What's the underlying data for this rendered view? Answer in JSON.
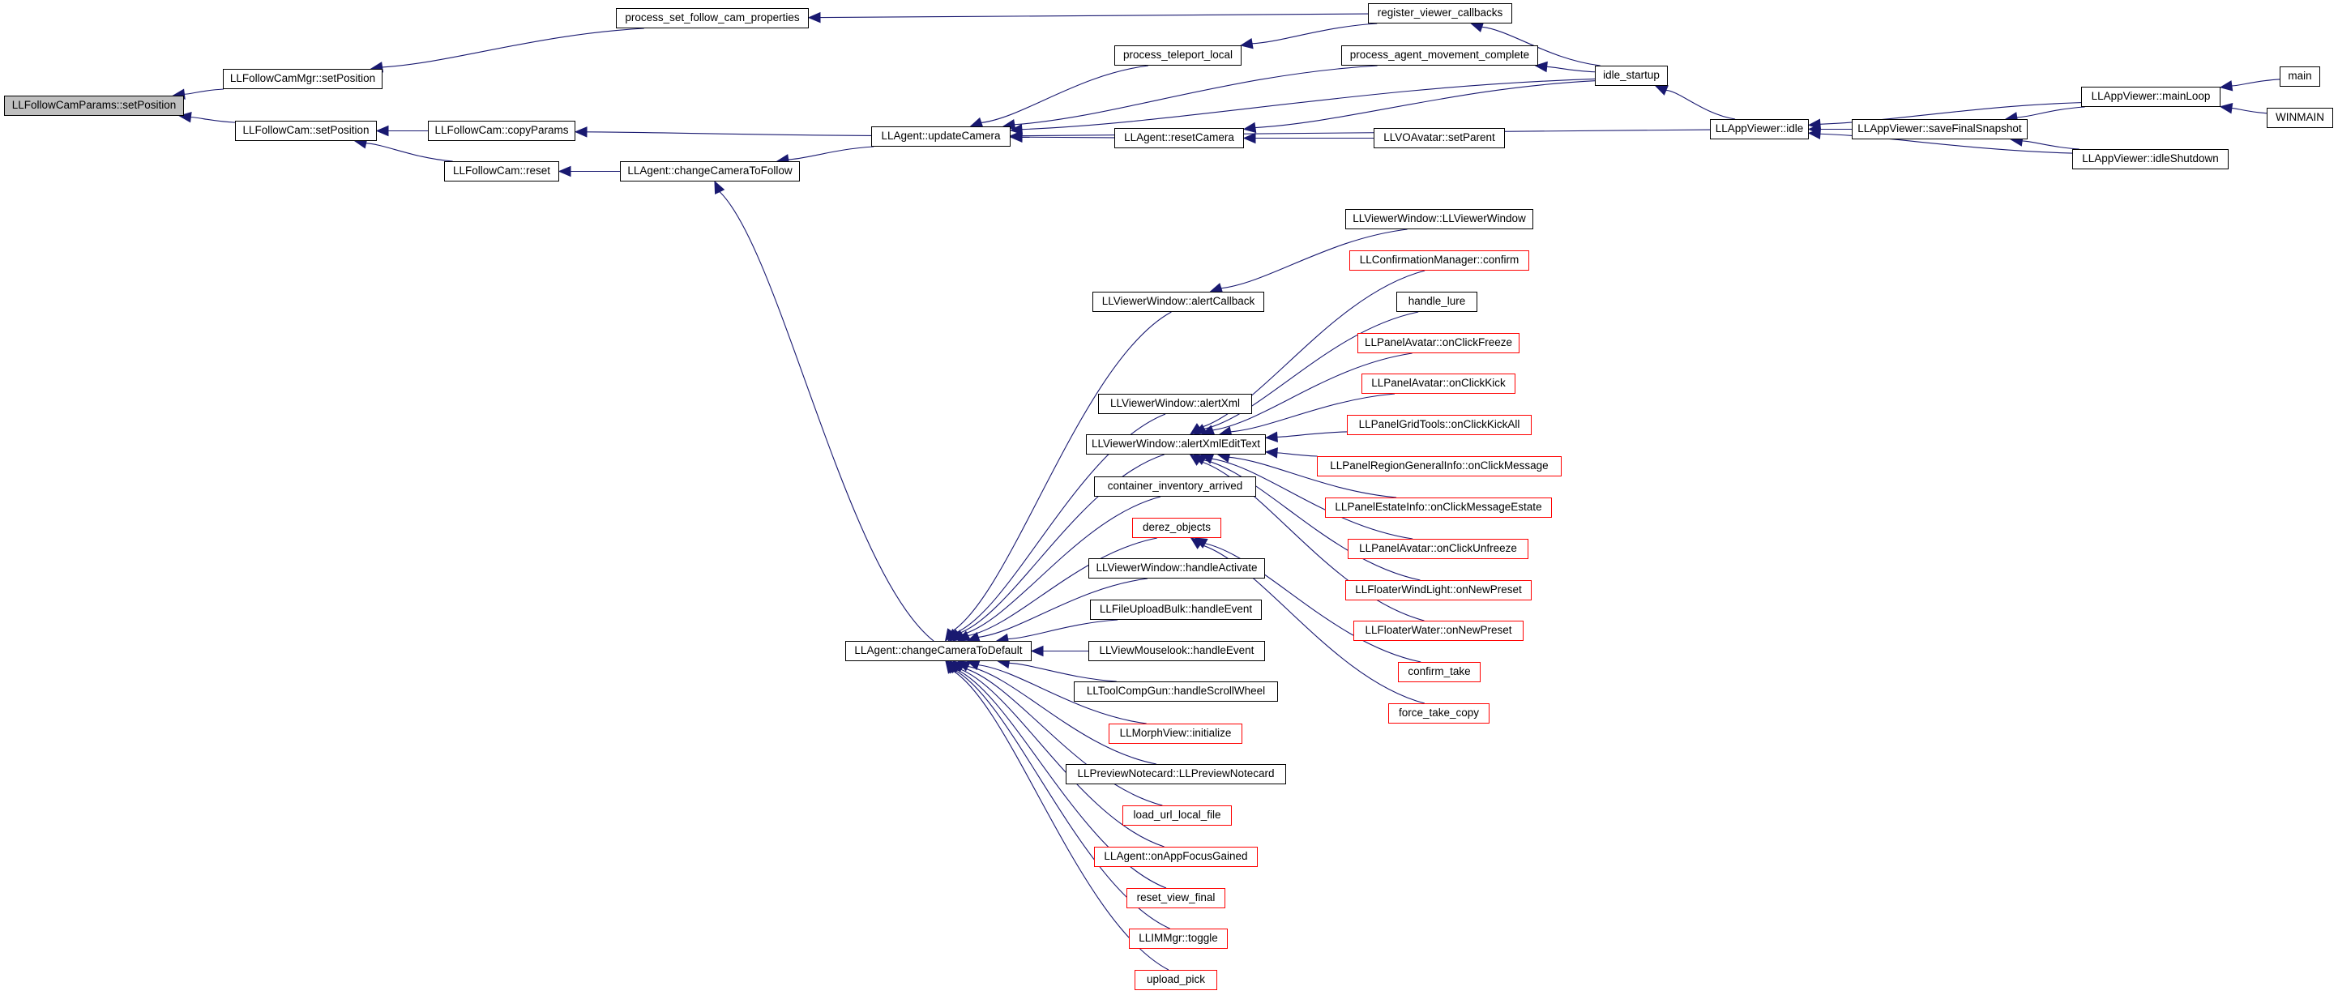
{
  "graph": {
    "colors": {
      "edge": "#191970",
      "node_border": "#000000",
      "truncated_border": "#ff0000",
      "root_fill": "#bfbfbf",
      "background": "#ffffff"
    },
    "nodes": {
      "root": "LLFollowCamParams::setPosition",
      "mgr_setpos": "LLFollowCamMgr::setPosition",
      "cam_setpos": "LLFollowCam::setPosition",
      "cam_reset": "LLFollowCam::reset",
      "cam_copy": "LLFollowCam::copyParams",
      "pfc": "process_set_follow_cam_properties",
      "ctf": "LLAgent::changeCameraToFollow",
      "upd": "LLAgent::updateCamera",
      "ctd": "LLAgent::changeCameraToDefault",
      "tel": "process_teleport_local",
      "pamc": "process_agent_movement_complete",
      "rcam": "LLAgent::resetCamera",
      "rvc": "register_viewer_callbacks",
      "idle_startup": "idle_startup",
      "vo_setparent": "LLVOAvatar::setParent",
      "app_idle": "LLAppViewer::idle",
      "sfs": "LLAppViewer::saveFinalSnapshot",
      "mainloop": "LLAppViewer::mainLoop",
      "idle_shutdown": "LLAppViewer::idleShutdown",
      "main": "main",
      "winmain": "WINMAIN",
      "vw_ctor": "LLViewerWindow::LLViewerWindow",
      "alert_cb": "LLViewerWindow::alertCallback",
      "alert_xml": "LLViewerWindow::alertXml",
      "alert_xml_edit": "LLViewerWindow::alertXmlEditText",
      "cia": "container_inventory_arrived",
      "derez": "derez_objects",
      "ha": "LLViewerWindow::handleActivate",
      "fub": "LLFileUploadBulk::handleEvent",
      "vml": "LLViewMouselook::handleEvent",
      "tcg": "LLToolCompGun::handleScrollWheel",
      "mvi": "LLMorphView::initialize",
      "pnc": "LLPreviewNotecard::LLPreviewNotecard",
      "lul": "load_url_local_file",
      "oafg": "LLAgent::onAppFocusGained",
      "rvf": "reset_view_final",
      "imt": "LLIMMgr::toggle",
      "upk": "upload_pick",
      "cmc": "LLConfirmationManager::confirm",
      "hlure": "handle_lure",
      "pa_freeze": "LLPanelAvatar::onClickFreeze",
      "pa_kick": "LLPanelAvatar::onClickKick",
      "pgt": "LLPanelGridTools::onClickKickAll",
      "prgi": "LLPanelRegionGeneralInfo::onClickMessage",
      "pei": "LLPanelEstateInfo::onClickMessageEstate",
      "pa_unfreeze": "LLPanelAvatar::onClickUnfreeze",
      "fwl": "LLFloaterWindLight::onNewPreset",
      "fw": "LLFloaterWater::onNewPreset",
      "ctk": "confirm_take",
      "ftc": "force_take_copy"
    },
    "edges": [
      [
        "mgr_setpos",
        "root"
      ],
      [
        "cam_setpos",
        "root"
      ],
      [
        "pfc",
        "mgr_setpos"
      ],
      [
        "cam_copy",
        "cam_setpos"
      ],
      [
        "cam_reset",
        "cam_setpos"
      ],
      [
        "ctf",
        "cam_reset"
      ],
      [
        "upd",
        "cam_copy"
      ],
      [
        "rvc",
        "pfc"
      ],
      [
        "upd",
        "ctf"
      ],
      [
        "ctd",
        "ctf"
      ],
      [
        "tel",
        "upd"
      ],
      [
        "pamc",
        "upd"
      ],
      [
        "idle_startup",
        "upd"
      ],
      [
        "rcam",
        "upd"
      ],
      [
        "app_idle",
        "upd"
      ],
      [
        "rvc",
        "tel"
      ],
      [
        "idle_startup",
        "pamc"
      ],
      [
        "idle_startup",
        "rcam"
      ],
      [
        "vo_setparent",
        "rcam"
      ],
      [
        "idle_startup",
        "rvc"
      ],
      [
        "app_idle",
        "idle_startup"
      ],
      [
        "sfs",
        "app_idle"
      ],
      [
        "mainloop",
        "app_idle"
      ],
      [
        "idle_shutdown",
        "app_idle"
      ],
      [
        "mainloop",
        "sfs"
      ],
      [
        "idle_shutdown",
        "sfs"
      ],
      [
        "main",
        "mainloop"
      ],
      [
        "winmain",
        "mainloop"
      ],
      [
        "vw_ctor",
        "alert_cb"
      ],
      [
        "cmc",
        "alert_xml_edit"
      ],
      [
        "hlure",
        "alert_xml_edit"
      ],
      [
        "pa_freeze",
        "alert_xml_edit"
      ],
      [
        "pa_kick",
        "alert_xml_edit"
      ],
      [
        "pgt",
        "alert_xml_edit"
      ],
      [
        "prgi",
        "alert_xml_edit"
      ],
      [
        "pei",
        "alert_xml_edit"
      ],
      [
        "pa_unfreeze",
        "alert_xml_edit"
      ],
      [
        "fwl",
        "alert_xml_edit"
      ],
      [
        "fw",
        "alert_xml_edit"
      ],
      [
        "ctk",
        "derez"
      ],
      [
        "ftc",
        "derez"
      ],
      [
        "alert_cb",
        "ctd"
      ],
      [
        "alert_xml",
        "ctd"
      ],
      [
        "alert_xml_edit",
        "ctd"
      ],
      [
        "cia",
        "ctd"
      ],
      [
        "derez",
        "ctd"
      ],
      [
        "ha",
        "ctd"
      ],
      [
        "fub",
        "ctd"
      ],
      [
        "vml",
        "ctd"
      ],
      [
        "tcg",
        "ctd"
      ],
      [
        "mvi",
        "ctd"
      ],
      [
        "pnc",
        "ctd"
      ],
      [
        "lul",
        "ctd"
      ],
      [
        "oafg",
        "ctd"
      ],
      [
        "rvf",
        "ctd"
      ],
      [
        "imt",
        "ctd"
      ],
      [
        "upk",
        "ctd"
      ]
    ]
  }
}
